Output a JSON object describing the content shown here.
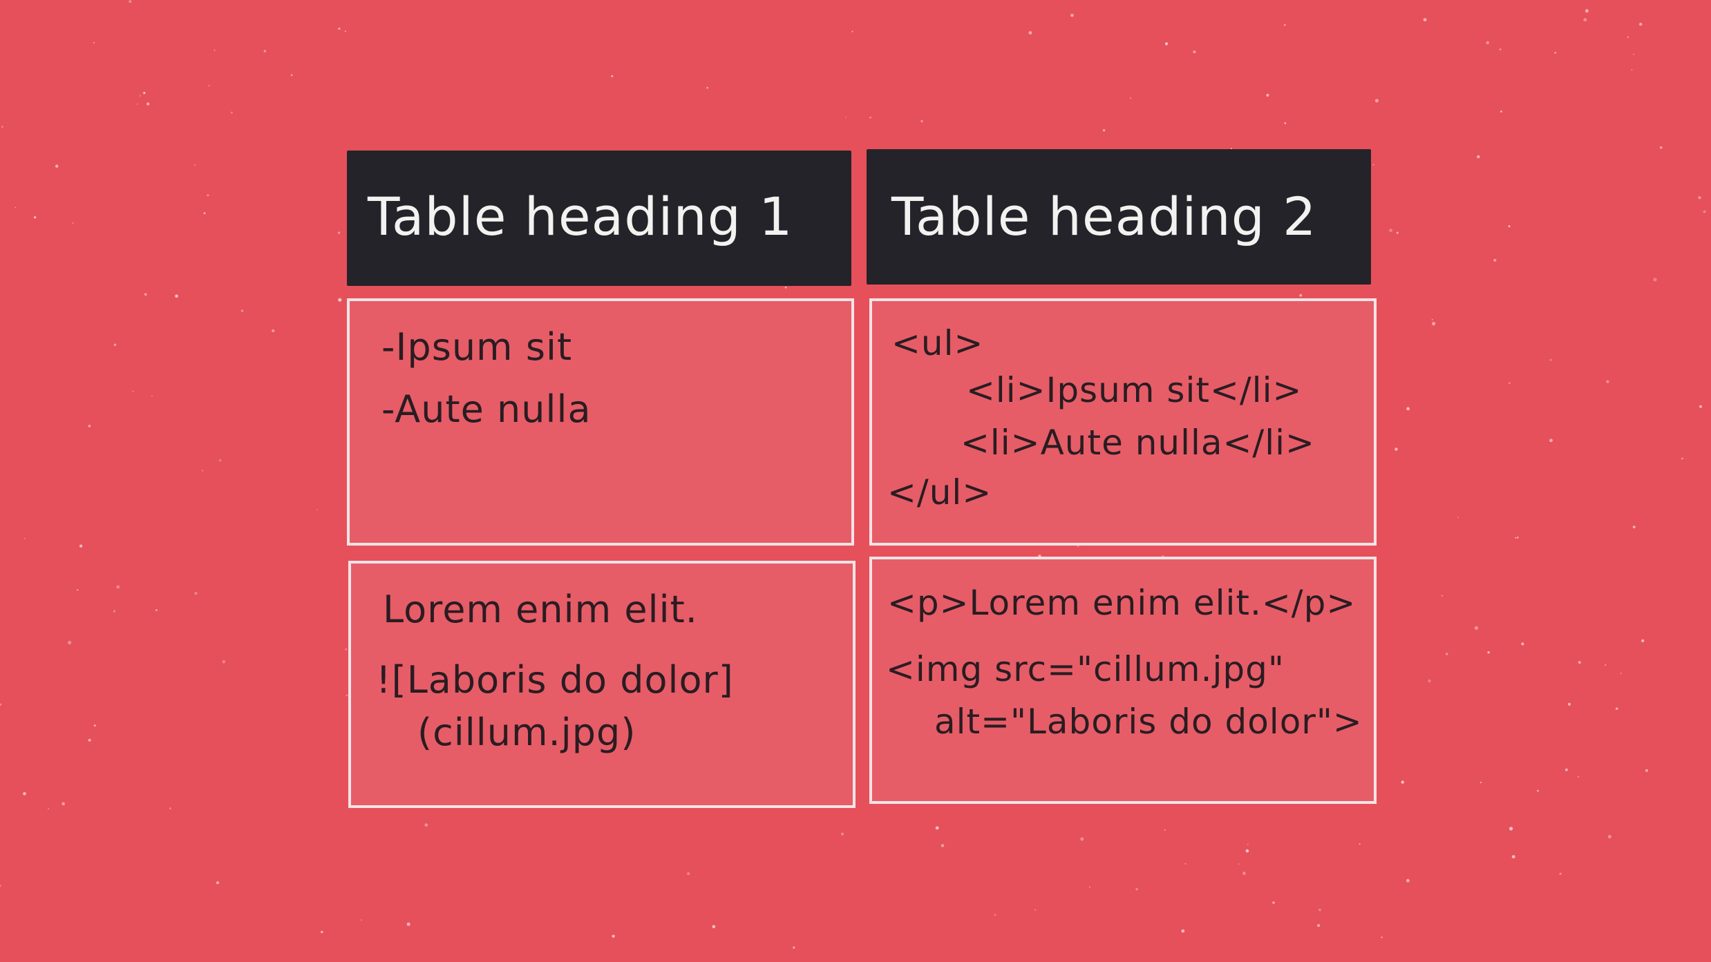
{
  "colors": {
    "background": "#e6505b",
    "header_fill": "#242329",
    "cell_fill": "#e65d67",
    "cell_border": "#f4e4e6",
    "heading_text": "#f2f2f0",
    "body_text": "#2a1c22"
  },
  "table": {
    "headings": [
      "Table heading 1",
      "Table heading 2"
    ],
    "row1": {
      "col1": [
        "-Ipsum sit",
        "-Aute nulla"
      ],
      "col2": [
        "<ul>",
        "<li>Ipsum sit</li>",
        "<li>Aute nulla</li>",
        "</ul>"
      ]
    },
    "row2": {
      "col1": [
        "Lorem enim elit.",
        "![Laboris do dolor]",
        "(cillum.jpg)"
      ],
      "col2": [
        "<p>Lorem enim elit.</p>",
        "<img src=\"cillum.jpg\"",
        "alt=\"Laboris do dolor\">"
      ]
    }
  }
}
